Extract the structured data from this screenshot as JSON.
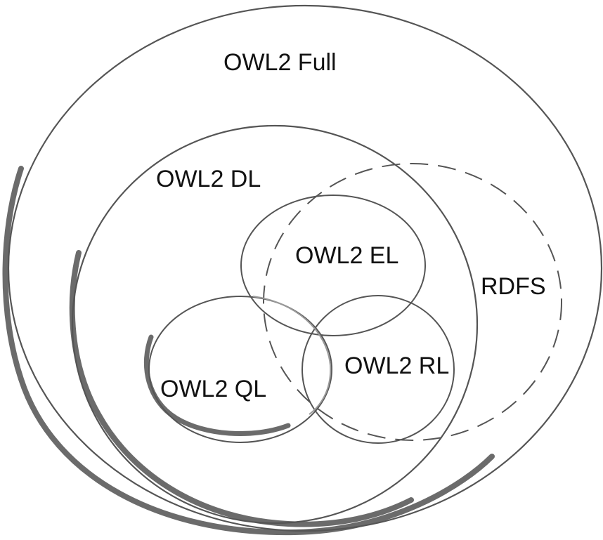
{
  "diagram": {
    "sets": {
      "full": "OWL2 Full",
      "dl": "OWL2 DL",
      "el": "OWL2 EL",
      "rdfs": "RDFS",
      "rl": "OWL2 RL",
      "ql": "OWL2 QL"
    },
    "colors": {
      "stroke": "#555555",
      "light_stroke": "#9a9a9a",
      "thick_stroke": "#6b6b6b",
      "text": "#111111",
      "background": "#ffffff"
    }
  }
}
